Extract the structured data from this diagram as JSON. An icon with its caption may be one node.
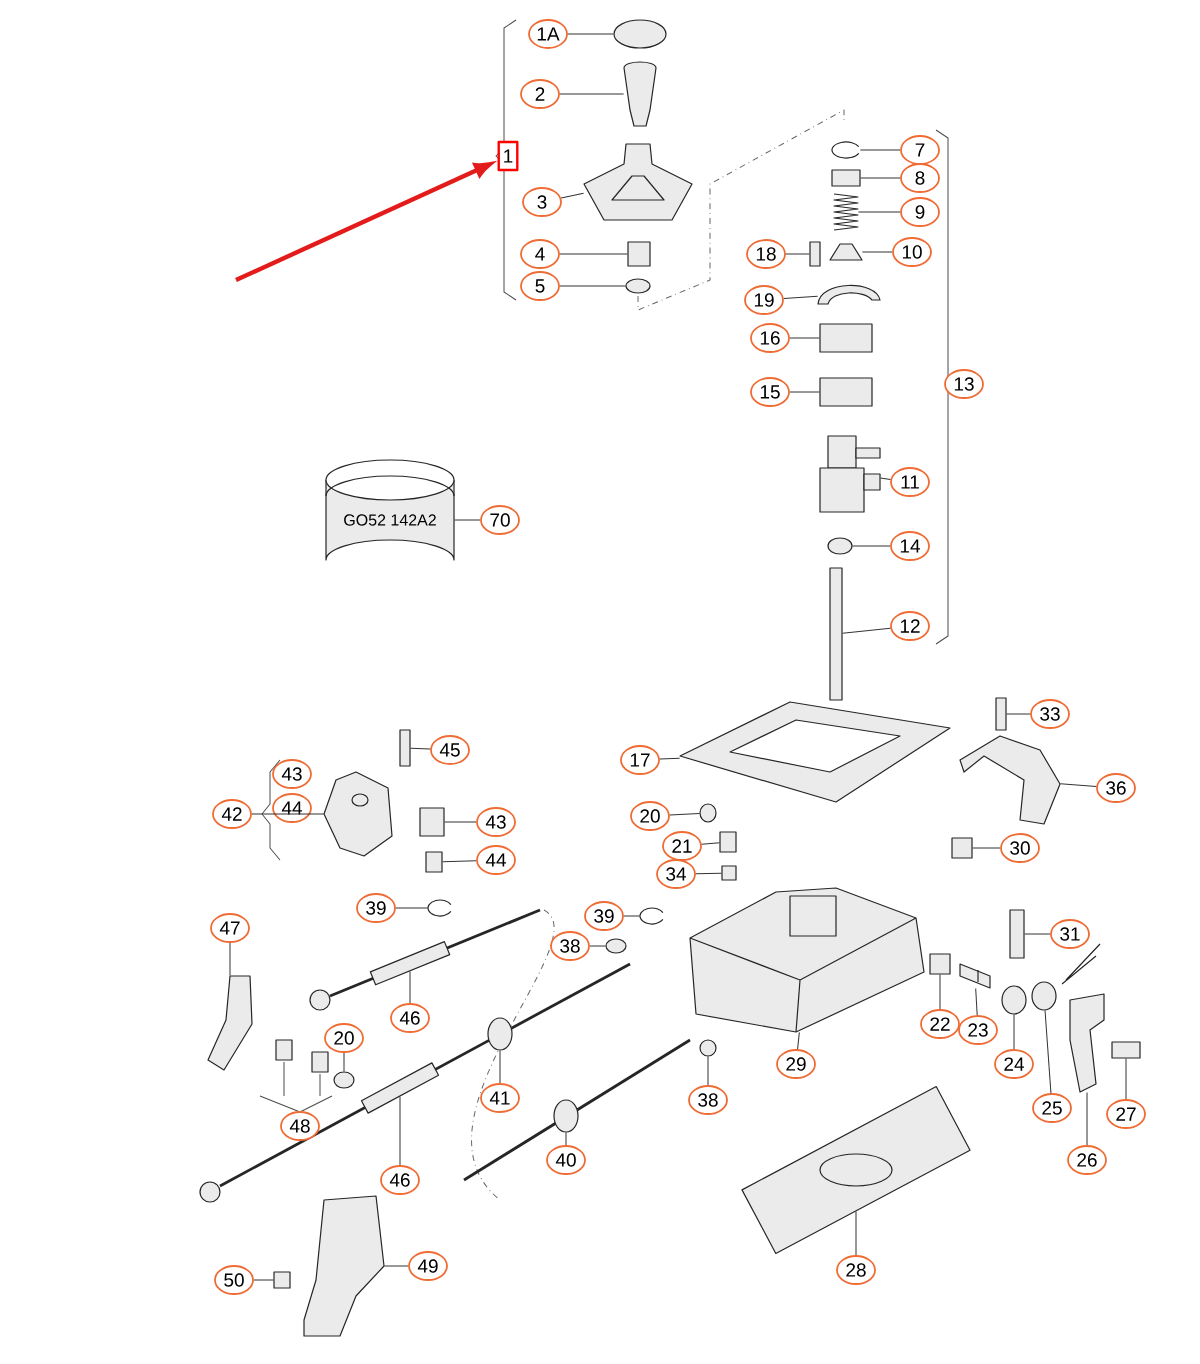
{
  "diagram": {
    "nodes": [
      {
        "text": [
          "1A"
        ]
      },
      {
        "text": [
          "2"
        ]
      },
      {
        "text": [
          "7"
        ]
      },
      {
        "text": [
          "1"
        ]
      },
      {
        "text": [
          "8"
        ]
      },
      {
        "text": [
          "3"
        ]
      },
      {
        "text": [
          "9"
        ]
      },
      {
        "text": [
          "10"
        ]
      },
      {
        "text": [
          "18"
        ]
      },
      {
        "text": [
          "4"
        ]
      },
      {
        "text": [
          "5"
        ]
      },
      {
        "text": [
          "19"
        ]
      },
      {
        "text": [
          "16"
        ]
      },
      {
        "text": [
          "13"
        ]
      },
      {
        "text": [
          "15"
        ]
      },
      {
        "text": [
          "11"
        ]
      },
      {
        "text": [
          "70"
        ]
      },
      {
        "text": [
          "14"
        ]
      },
      {
        "text": [
          "12"
        ]
      },
      {
        "text": [
          "33"
        ]
      },
      {
        "text": [
          "45"
        ]
      },
      {
        "text": [
          "43"
        ]
      },
      {
        "text": [
          "17"
        ]
      },
      {
        "text": [
          "36"
        ]
      },
      {
        "text": [
          "42"
        ]
      },
      {
        "text": [
          "44"
        ]
      },
      {
        "text": [
          "20"
        ]
      },
      {
        "text": [
          "43"
        ]
      },
      {
        "text": [
          "21"
        ]
      },
      {
        "text": [
          "30"
        ]
      },
      {
        "text": [
          "44"
        ]
      },
      {
        "text": [
          "34"
        ]
      },
      {
        "text": [
          "39"
        ]
      },
      {
        "text": [
          "39"
        ]
      },
      {
        "text": [
          "47"
        ]
      },
      {
        "text": [
          "31"
        ]
      },
      {
        "text": [
          "38"
        ]
      },
      {
        "text": [
          "22"
        ]
      },
      {
        "text": [
          "29"
        ]
      },
      {
        "text": [
          "46"
        ]
      },
      {
        "text": [
          "23"
        ]
      },
      {
        "text": [
          "20"
        ]
      },
      {
        "text": [
          "24"
        ]
      },
      {
        "text": [
          "25"
        ]
      },
      {
        "text": [
          "38"
        ]
      },
      {
        "text": [
          "41"
        ]
      },
      {
        "text": [
          "27"
        ]
      },
      {
        "text": [
          "48"
        ]
      },
      {
        "text": [
          "26"
        ]
      },
      {
        "text": [
          "40"
        ]
      },
      {
        "text": [
          "46"
        ]
      },
      {
        "text": [
          "28"
        ]
      },
      {
        "text": [
          "50"
        ]
      },
      {
        "text": [
          "49"
        ]
      },
      {
        "text": [],
        "shape": "circle"
      },
      {
        "text": [],
        "shape": "picture"
      },
      {
        "text": [],
        "shape": "picture"
      },
      {
        "text": [],
        "shape": "box"
      },
      {
        "text": [],
        "shape": "picture"
      },
      {
        "text": [],
        "shape": "picture"
      },
      {
        "text": [],
        "shape": "picture"
      },
      {
        "text": [],
        "shape": "box"
      },
      {
        "text": [],
        "shape": "box"
      },
      {
        "text": [],
        "shape": "circle"
      },
      {
        "text": [],
        "shape": "picture"
      },
      {
        "text": [],
        "shape": "box"
      },
      {
        "text": [],
        "shape": "box"
      },
      {
        "text": [],
        "shape": "picture"
      },
      {
        "text": [
          "GO52 142A2"
        ]
      },
      {
        "text": [],
        "shape": "circle"
      },
      {
        "text": [],
        "shape": "box"
      },
      {
        "text": [],
        "shape": "box"
      },
      {
        "text": [],
        "shape": "box"
      },
      {
        "text": [],
        "shape": "picture"
      },
      {
        "text": [],
        "shape": "picture"
      },
      {
        "text": [],
        "shape": "circle"
      },
      {
        "text": [],
        "shape": "box"
      },
      {
        "text": [],
        "shape": "box"
      },
      {
        "text": [],
        "shape": "box"
      },
      {
        "text": [],
        "shape": "box"
      },
      {
        "text": [],
        "shape": "box"
      },
      {
        "text": [],
        "shape": "picture"
      },
      {
        "text": [],
        "shape": "picture"
      },
      {
        "text": [],
        "shape": "box"
      },
      {
        "text": [],
        "shape": "circle"
      },
      {
        "text": [],
        "shape": "picture"
      },
      {
        "text": [],
        "shape": "box"
      },
      {
        "text": [],
        "shape": "box"
      },
      {
        "text": [],
        "shape": "picture"
      },
      {
        "text": [],
        "shape": "circle"
      },
      {
        "text": [],
        "shape": "circle"
      },
      {
        "text": [],
        "shape": "picture"
      },
      {
        "text": [],
        "shape": "circle"
      },
      {
        "text": [],
        "shape": "picture"
      },
      {
        "text": [],
        "shape": "circle"
      },
      {
        "text": [],
        "shape": "box"
      },
      {
        "text": [],
        "shape": "circle"
      },
      {
        "text": [],
        "shape": "box"
      },
      {
        "text": [],
        "shape": "circle"
      },
      {
        "text": [],
        "shape": "picture"
      },
      {
        "text": [],
        "shape": "picture"
      },
      {
        "text": [],
        "shape": "box"
      },
      {
        "text": [],
        "shape": "picture"
      }
    ],
    "edges": [
      {
        "from": 0,
        "to": 54,
        "arrow": "none"
      },
      {
        "from": 1,
        "to": 55,
        "arrow": "none"
      },
      {
        "from": 2,
        "to": 56,
        "arrow": "none"
      },
      {
        "from": 4,
        "to": 57,
        "arrow": "none"
      },
      {
        "from": 5,
        "to": 58,
        "arrow": "none"
      },
      {
        "from": 6,
        "to": 59,
        "arrow": "none"
      },
      {
        "from": 7,
        "to": 60,
        "arrow": "none"
      },
      {
        "from": 8,
        "to": 62,
        "arrow": "none"
      },
      {
        "from": 9,
        "to": 61,
        "arrow": "none"
      },
      {
        "from": 10,
        "to": 63,
        "arrow": "none"
      },
      {
        "from": 11,
        "to": 64,
        "arrow": "none"
      },
      {
        "from": 12,
        "to": 65,
        "arrow": "none"
      },
      {
        "from": 14,
        "to": 66,
        "arrow": "none"
      },
      {
        "from": 15,
        "to": 67,
        "arrow": "none"
      },
      {
        "from": 16,
        "to": 68,
        "arrow": "none"
      },
      {
        "from": 17,
        "to": 69,
        "arrow": "none"
      },
      {
        "from": 18,
        "to": 70,
        "arrow": "none"
      },
      {
        "from": 19,
        "to": 71,
        "arrow": "none"
      },
      {
        "from": 20,
        "to": 72,
        "arrow": "none"
      },
      {
        "from": 22,
        "to": 73,
        "arrow": "none"
      },
      {
        "from": 23,
        "to": 74,
        "arrow": "none"
      },
      {
        "from": 26,
        "to": 75,
        "arrow": "none"
      },
      {
        "from": 27,
        "to": 76,
        "arrow": "none"
      },
      {
        "from": 28,
        "to": 77,
        "arrow": "none"
      },
      {
        "from": 29,
        "to": 78,
        "arrow": "none"
      },
      {
        "from": 30,
        "to": 79,
        "arrow": "none"
      },
      {
        "from": 31,
        "to": 80,
        "arrow": "none"
      },
      {
        "from": 32,
        "to": 81,
        "arrow": "none"
      },
      {
        "from": 33,
        "to": 82,
        "arrow": "none"
      },
      {
        "from": 34,
        "to": 91,
        "arrow": "none"
      },
      {
        "from": 35,
        "to": 83,
        "arrow": "none"
      },
      {
        "from": 36,
        "to": 84,
        "arrow": "none"
      },
      {
        "from": 37,
        "to": 87,
        "arrow": "none"
      },
      {
        "from": 38,
        "to": 85,
        "arrow": "none"
      },
      {
        "from": 39,
        "to": 86,
        "arrow": "none"
      },
      {
        "from": 40,
        "to": 88,
        "arrow": "none"
      },
      {
        "from": 41,
        "to": 96,
        "arrow": "none"
      },
      {
        "from": 42,
        "to": 90,
        "arrow": "none"
      },
      {
        "from": 43,
        "to": 89,
        "arrow": "none"
      },
      {
        "from": 44,
        "to": 94,
        "arrow": "none"
      },
      {
        "from": 45,
        "to": 92,
        "arrow": "none"
      },
      {
        "from": 46,
        "to": 95,
        "arrow": "none"
      },
      {
        "from": 48,
        "to": 93,
        "arrow": "none"
      },
      {
        "from": 49,
        "to": 98,
        "arrow": "none"
      },
      {
        "from": 50,
        "to": 97,
        "arrow": "none"
      },
      {
        "from": 51,
        "to": 99,
        "arrow": "none"
      },
      {
        "from": 52,
        "to": 101,
        "arrow": "none"
      },
      {
        "from": 53,
        "to": 100,
        "arrow": "none"
      },
      {
        "from": null,
        "to": 3,
        "arrow": "to",
        "style": "thick",
        "color": "#e31b1b"
      },
      {
        "from": 24,
        "to": 102,
        "arrow": "none"
      }
    ]
  }
}
